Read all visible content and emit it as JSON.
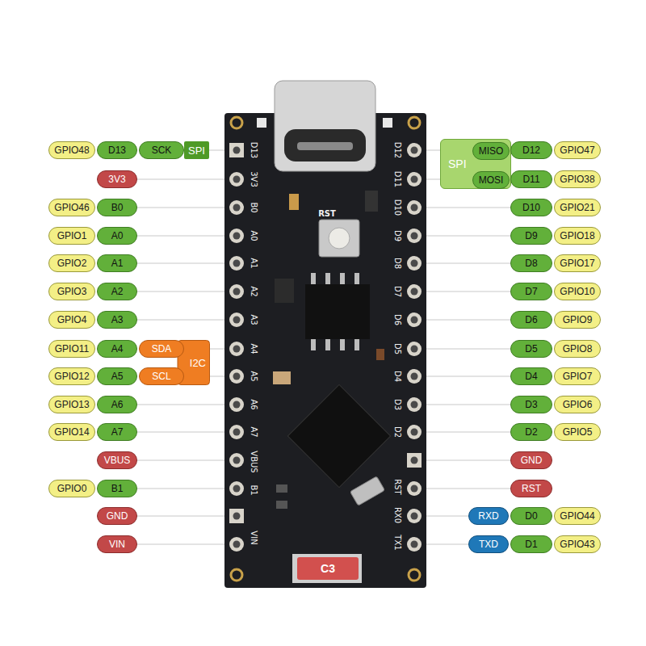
{
  "diagram": {
    "nodes": [
      {
        "text": [
          "GPIO48"
        ]
      },
      {
        "text": [
          "D13"
        ]
      },
      {
        "text": [
          "SCK"
        ]
      },
      {
        "text": [
          "SPI"
        ]
      },
      {
        "text": [
          "3V3"
        ]
      },
      {
        "text": [
          "GPIO46"
        ]
      },
      {
        "text": [
          "B0"
        ]
      },
      {
        "text": [
          "GPIO1"
        ]
      },
      {
        "text": [
          "A0"
        ]
      },
      {
        "text": [
          "GPIO2"
        ]
      },
      {
        "text": [
          "A1"
        ]
      },
      {
        "text": [
          "GPIO3"
        ]
      },
      {
        "text": [
          "A2"
        ]
      },
      {
        "text": [
          "GPIO4"
        ]
      },
      {
        "text": [
          "A3"
        ]
      },
      {
        "text": [
          "GPIO11"
        ]
      },
      {
        "text": [
          "A4"
        ]
      },
      {
        "text": [
          "I2C"
        ]
      },
      {
        "text": [
          "SDA"
        ],
        "in": 17
      },
      {
        "text": [
          "SCL"
        ],
        "in": 17
      },
      {
        "text": [
          "GPIO12"
        ]
      },
      {
        "text": [
          "A5"
        ]
      },
      {
        "text": [
          "GPIO13"
        ]
      },
      {
        "text": [
          "A6"
        ]
      },
      {
        "text": [
          "GPIO14"
        ]
      },
      {
        "text": [
          "A7"
        ]
      },
      {
        "text": [
          "VBUS"
        ]
      },
      {
        "text": [
          "GPIO0"
        ]
      },
      {
        "text": [
          "B1"
        ]
      },
      {
        "text": [
          "GND"
        ]
      },
      {
        "text": [
          "VIN"
        ]
      },
      {
        "text": [
          "SPI"
        ]
      },
      {
        "text": [
          "MISO"
        ],
        "in": 31
      },
      {
        "text": [
          "D12"
        ]
      },
      {
        "text": [
          "GPIO47"
        ]
      },
      {
        "text": [
          "MOSI"
        ],
        "in": 31
      },
      {
        "text": [
          "D11"
        ]
      },
      {
        "text": [
          "GPIO38"
        ]
      },
      {
        "text": [
          "D10"
        ]
      },
      {
        "text": [
          "GPIO21"
        ]
      },
      {
        "text": [
          "D9"
        ]
      },
      {
        "text": [
          "GPIO18"
        ]
      },
      {
        "text": [
          "D8"
        ]
      },
      {
        "text": [
          "GPIO17"
        ]
      },
      {
        "text": [
          "D7"
        ]
      },
      {
        "text": [
          "GPIO10"
        ]
      },
      {
        "text": [
          "D6"
        ]
      },
      {
        "text": [
          "GPIO9"
        ]
      },
      {
        "text": [
          "D5"
        ]
      },
      {
        "text": [
          "GPIO8"
        ]
      },
      {
        "text": [
          "D4"
        ]
      },
      {
        "text": [
          "GPIO7"
        ]
      },
      {
        "text": [
          "D3"
        ]
      },
      {
        "text": [
          "GPIO6"
        ]
      },
      {
        "text": [
          "D2"
        ]
      },
      {
        "text": [
          "GPIO5"
        ]
      },
      {
        "text": [
          "GND"
        ]
      },
      {
        "text": [
          "RST"
        ]
      },
      {
        "text": [
          "RXD"
        ]
      },
      {
        "text": [
          "D0"
        ]
      },
      {
        "text": [
          "GPIO44"
        ]
      },
      {
        "text": [
          "TXD"
        ]
      },
      {
        "text": [
          "D1"
        ]
      },
      {
        "text": [
          "GPIO43"
        ]
      }
    ],
    "labels": [
      "D13",
      "3V3",
      "B0",
      "A0",
      "A1",
      "A2",
      "A3",
      "A4",
      "A5",
      "A6",
      "A7",
      "VBUS",
      "B1",
      "VIN",
      "D12",
      "D11",
      "D10",
      "D9",
      "D8",
      "D7",
      "D6",
      "D5",
      "D4",
      "D3",
      "D2",
      "RST",
      "RX0",
      "TX1",
      "RST",
      "C3"
    ]
  }
}
